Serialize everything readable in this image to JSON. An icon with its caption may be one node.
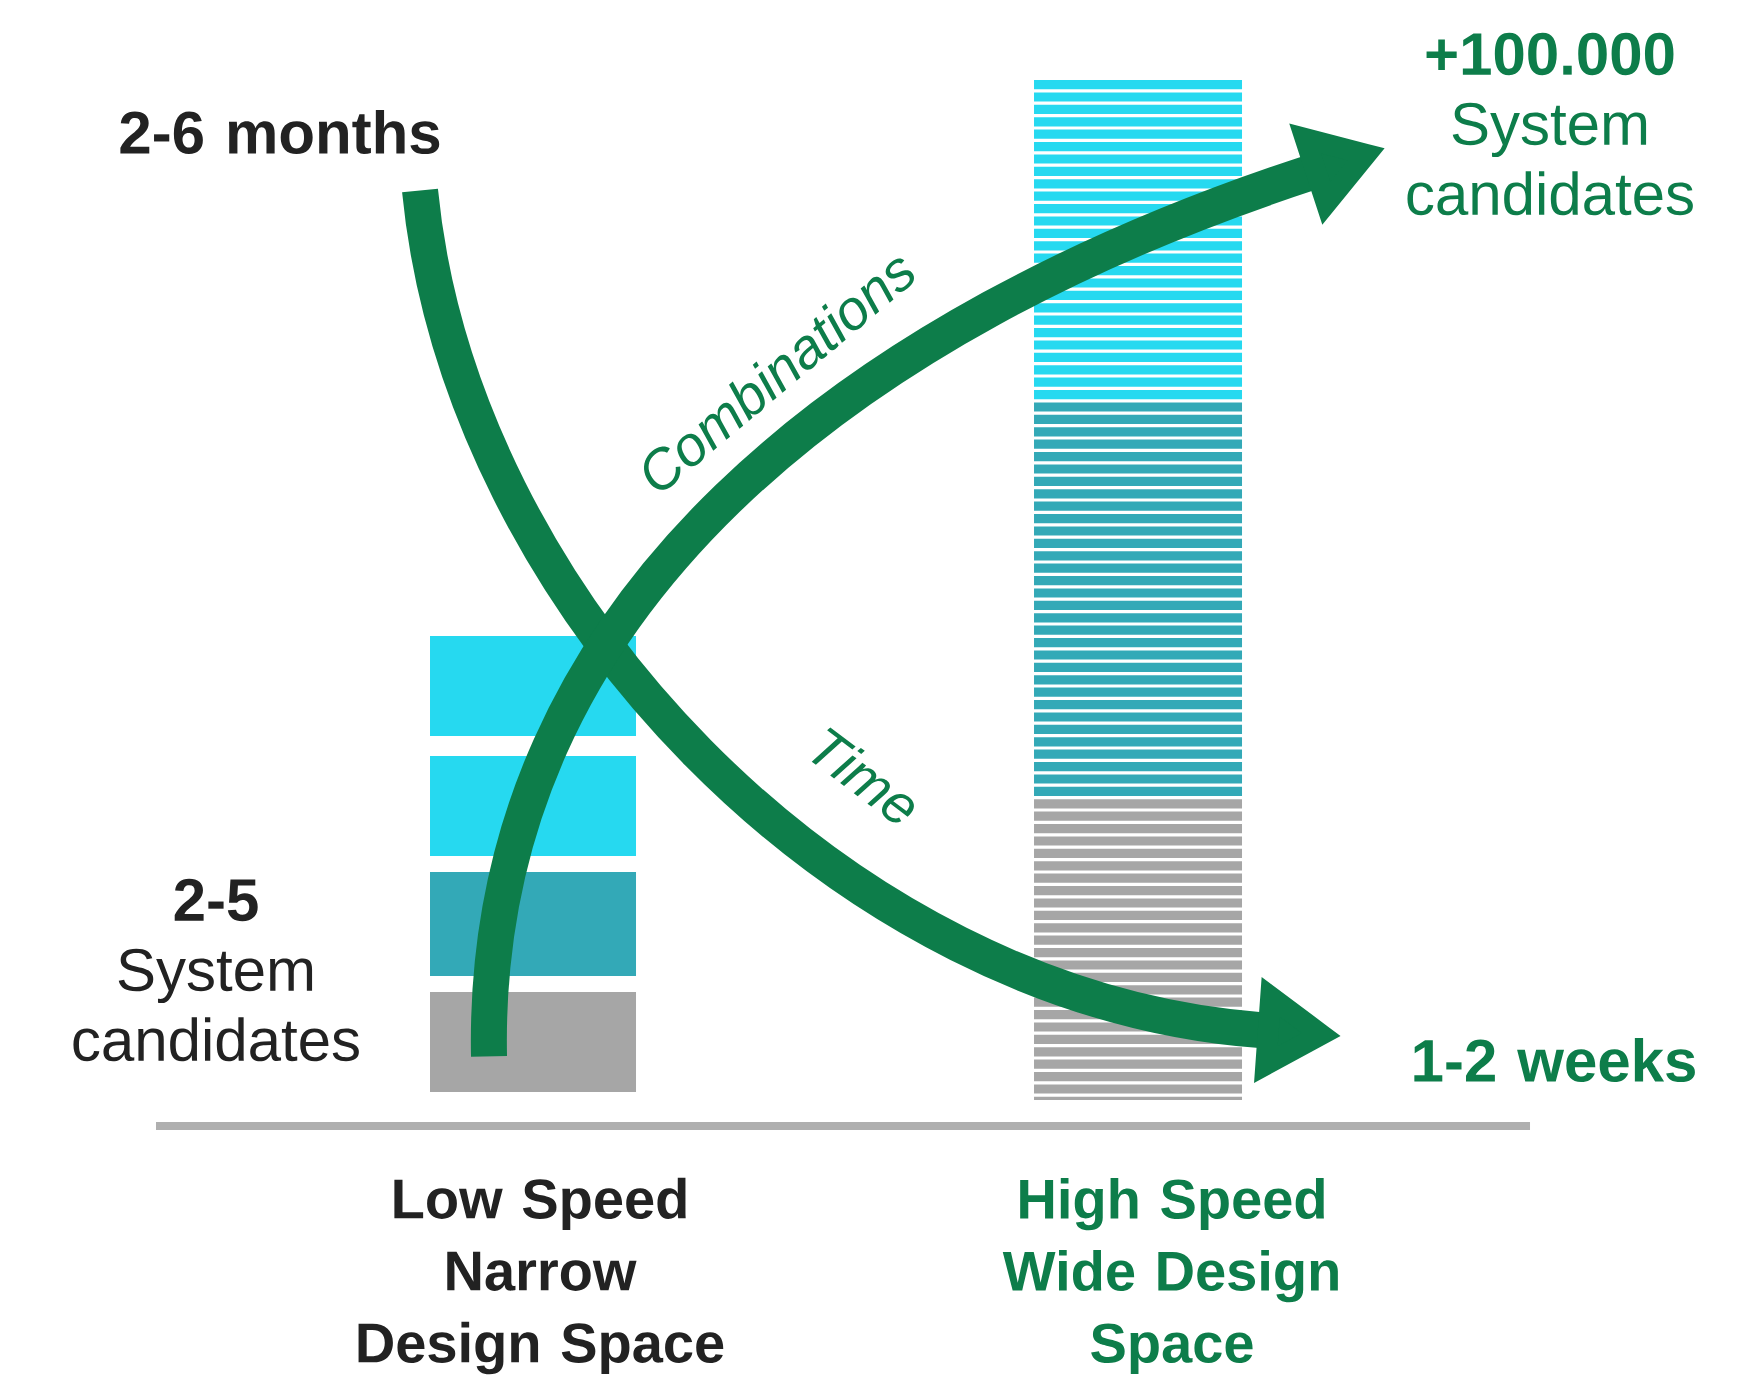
{
  "diagram": {
    "nodes": [
      {
        "text": [
          "2-6 months"
        ]
      },
      {
        "text": [
          "1-2 weeks"
        ]
      },
      {
        "text": [
          "+100.000",
          "System candidates"
        ]
      },
      {
        "text": [
          "2-5",
          "System candidates"
        ]
      },
      {
        "text": [],
        "shape": "bar"
      }
    ],
    "edges": [
      {
        "from": 0,
        "to": 1,
        "arrow": "to",
        "label": "Time"
      },
      {
        "from": 4,
        "to": 2,
        "arrow": "to",
        "label": "Combinations"
      }
    ],
    "labels": [
      "Low Speed Narrow Design Space",
      "High Speed Wide Design Space"
    ]
  }
}
